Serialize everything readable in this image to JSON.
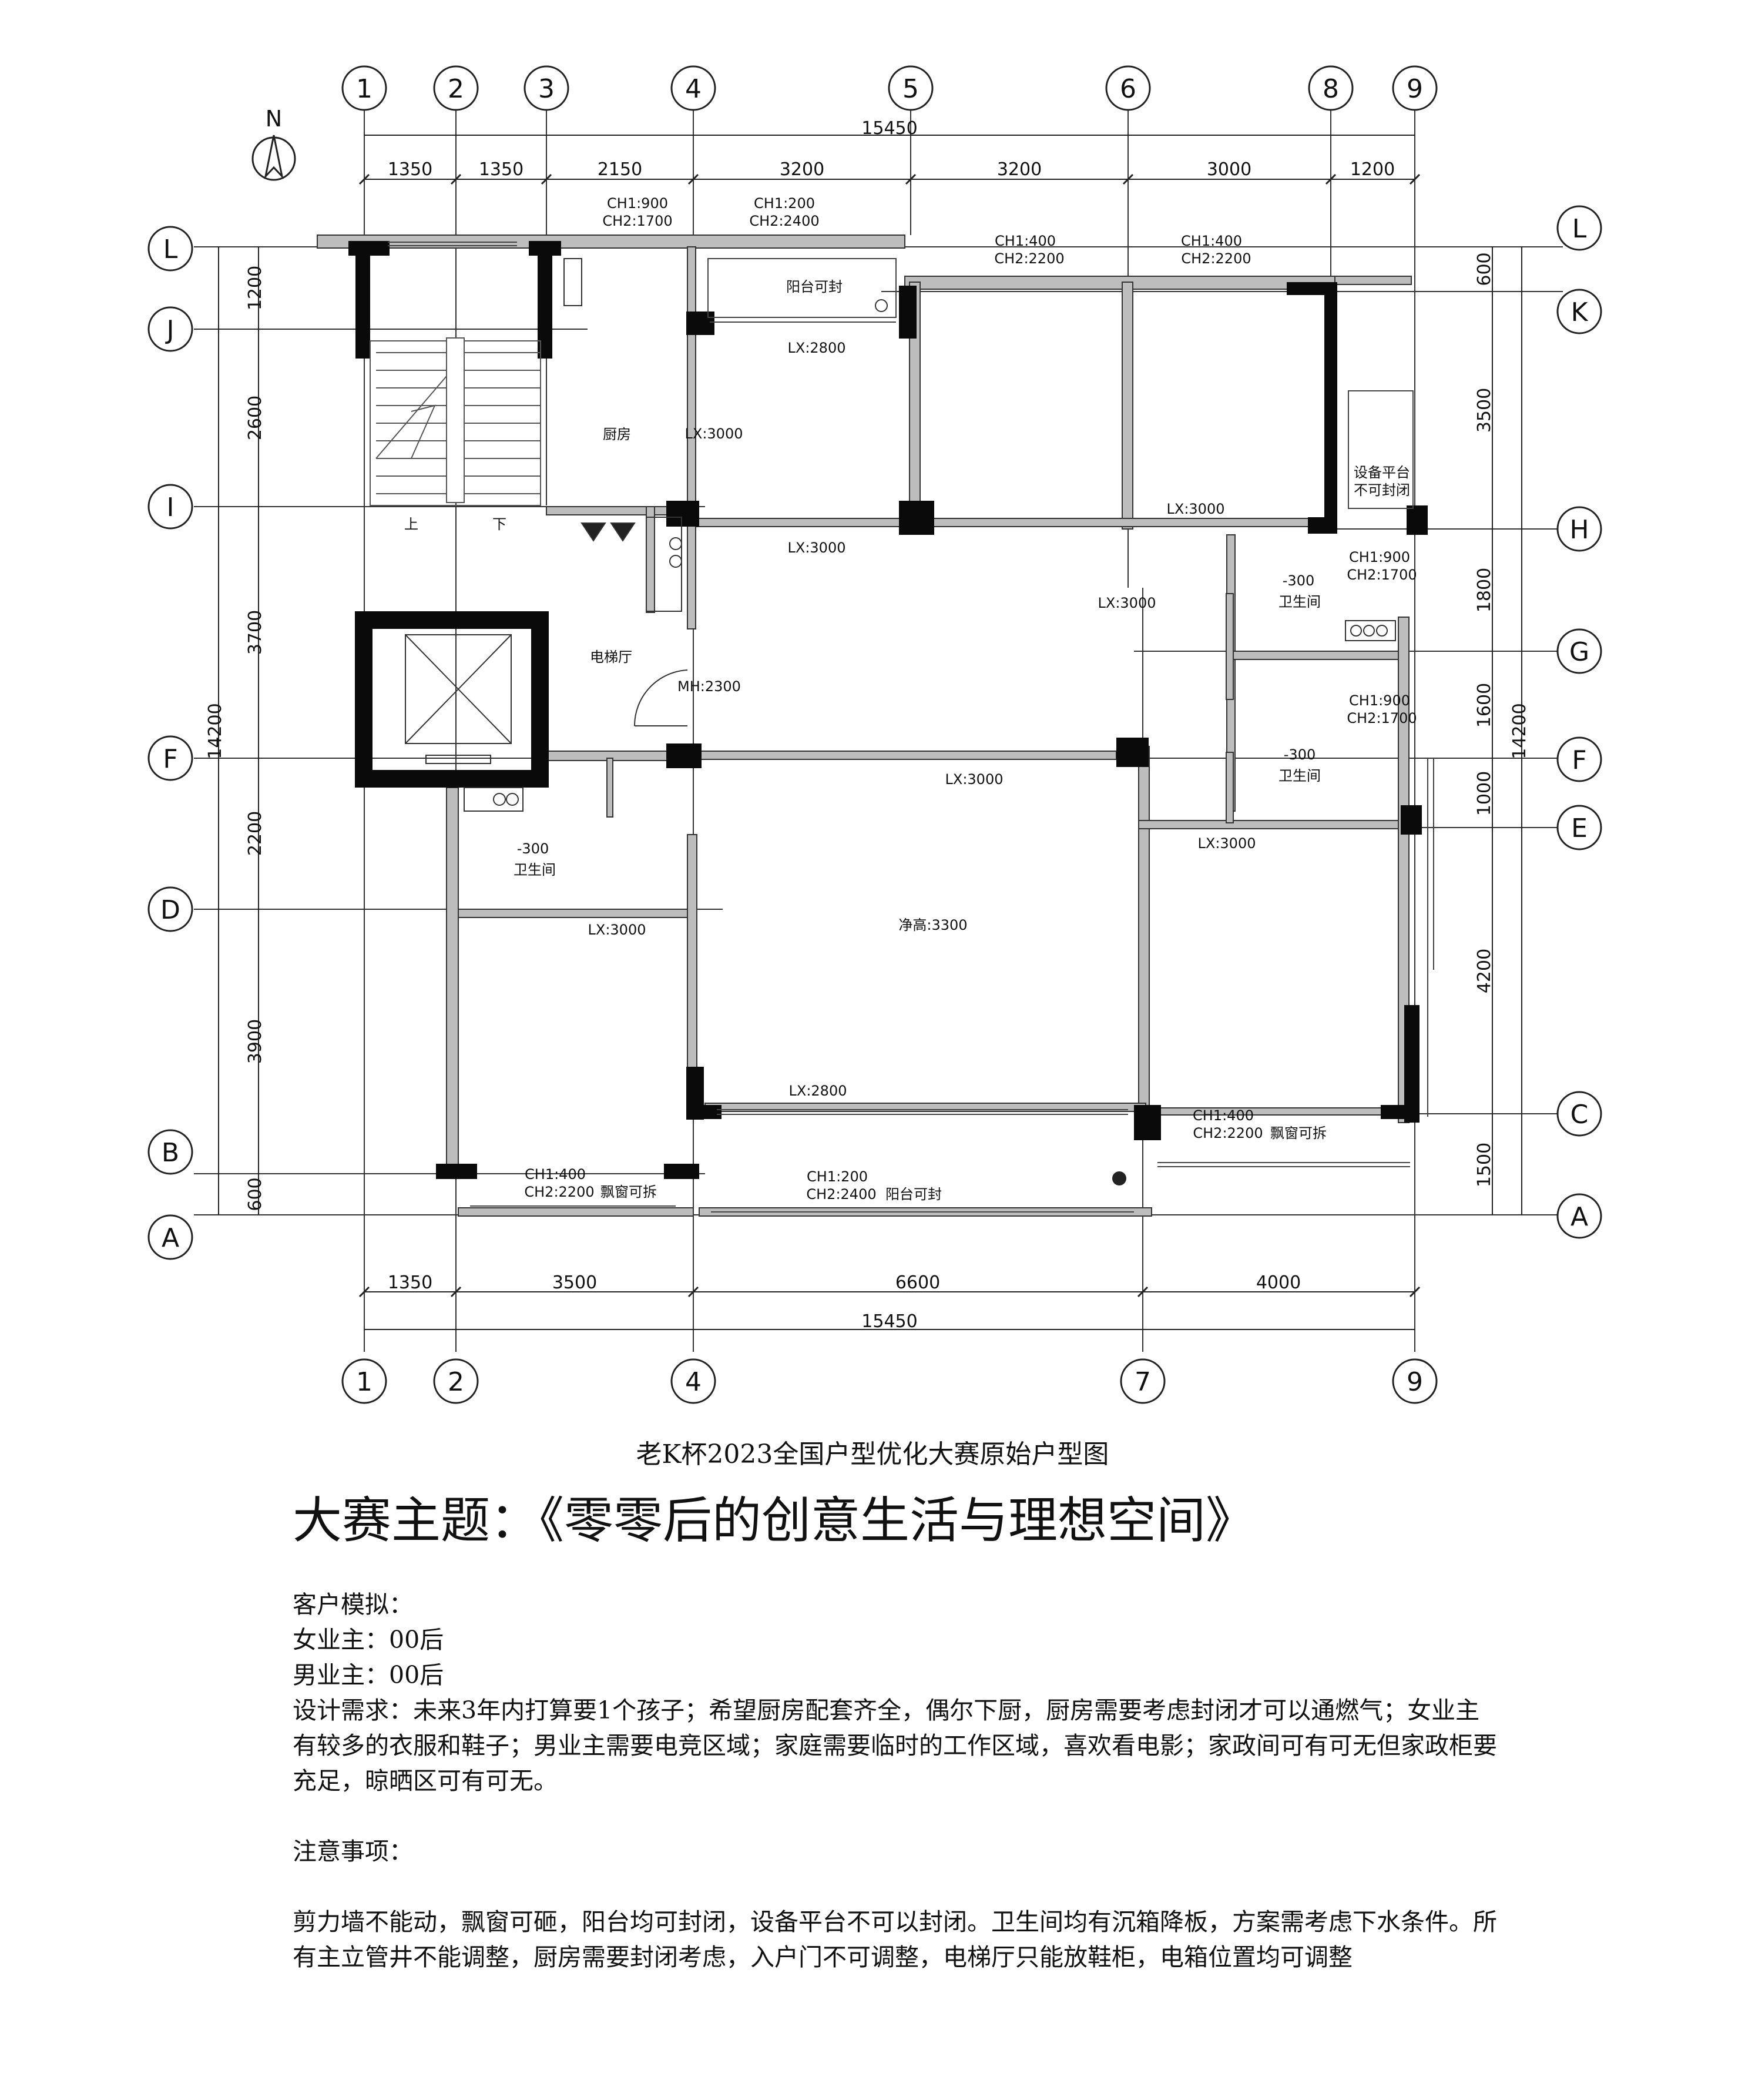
{
  "north": "N",
  "axes_top": [
    "1",
    "2",
    "3",
    "4",
    "5",
    "6",
    "8",
    "9"
  ],
  "axes_bottom": [
    "1",
    "2",
    "4",
    "7",
    "9"
  ],
  "axes_left": [
    "L",
    "J",
    "I",
    "F",
    "D",
    "B",
    "A"
  ],
  "axes_right": [
    "L",
    "K",
    "H",
    "G",
    "F",
    "E",
    "C",
    "A"
  ],
  "dims_top_total": "15450",
  "dims_top": [
    "1350",
    "1350",
    "2150",
    "3200",
    "3200",
    "3000",
    "1200"
  ],
  "dims_bottom": [
    "1350",
    "3500",
    "6600",
    "4000"
  ],
  "dims_bottom_total": "15450",
  "dims_left": [
    "1200",
    "2600",
    "3700",
    "2200",
    "3900",
    "600"
  ],
  "dims_left_total": "14200",
  "dims_right": [
    "600",
    "3500",
    "1800",
    "1600",
    "1000",
    "4200",
    "1500"
  ],
  "dims_right_total": "14200",
  "rooms": {
    "kitchen": "厨房",
    "lift_hall": "电梯厅",
    "balcony_top": "阳台可封",
    "balcony_bottom": "阳台可封",
    "equip": "设备平台",
    "equip_note": "不可封闭",
    "bath_level": "-300",
    "bath": "卫生间",
    "stairs_up": "上",
    "stairs_down": "下",
    "bay": "飘窗可拆"
  },
  "notes": {
    "ch1_900": "CH1:900",
    "ch2_1700": "CH2:1700",
    "ch1_200": "CH1:200",
    "ch2_2400": "CH2:2400",
    "ch1_400": "CH1:400",
    "ch2_2200": "CH2:2200",
    "lx2800": "LX:2800",
    "lx3000": "LX:3000",
    "mh2300": "MH:2300",
    "net_height": "净高:3300"
  },
  "caption": "老K杯2023全国户型优化大赛原始户型图",
  "theme": "大赛主题：《零零后的创意生活与理想空间》",
  "brief": {
    "client_title": "客户模拟：",
    "female": "女业主：00后",
    "male": "男业主：00后",
    "requirements": "设计需求：未来3年内打算要1个孩子；希望厨房配套齐全，偶尔下厨，厨房需要考虑封闭才可以通燃气；女业主有较多的衣服和鞋子；男业主需要电竞区域；家庭需要临时的工作区域，喜欢看电影；家政间可有可无但家政柜要充足，晾晒区可有可无。",
    "notes_title": "注意事项：",
    "notes": "剪力墙不能动，飘窗可砸，阳台均可封闭，设备平台不可以封闭。卫生间均有沉箱降板，方案需考虑下水条件。所有主立管井不能调整，厨房需要封闭考虑，入户门不可调整，电梯厅只能放鞋柜，电箱位置均可调整"
  }
}
